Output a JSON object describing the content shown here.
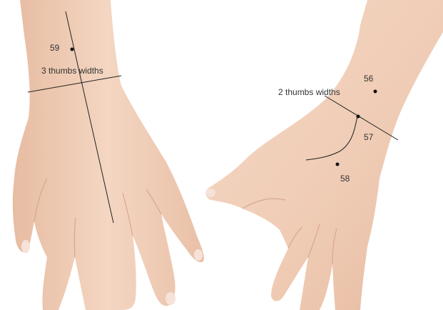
{
  "labels": {
    "pt59": "59",
    "pt56": "56",
    "pt57": "57",
    "pt58": "58",
    "measure_left": "3 thumbs widths",
    "measure_right": "2 thumbs widths"
  },
  "colors": {
    "skin": "#f2d1bb",
    "skin_shadow": "#e3b79d",
    "nail": "#f6e2d8",
    "line": "#222222",
    "point": "#111111",
    "background": "#ffffff"
  }
}
